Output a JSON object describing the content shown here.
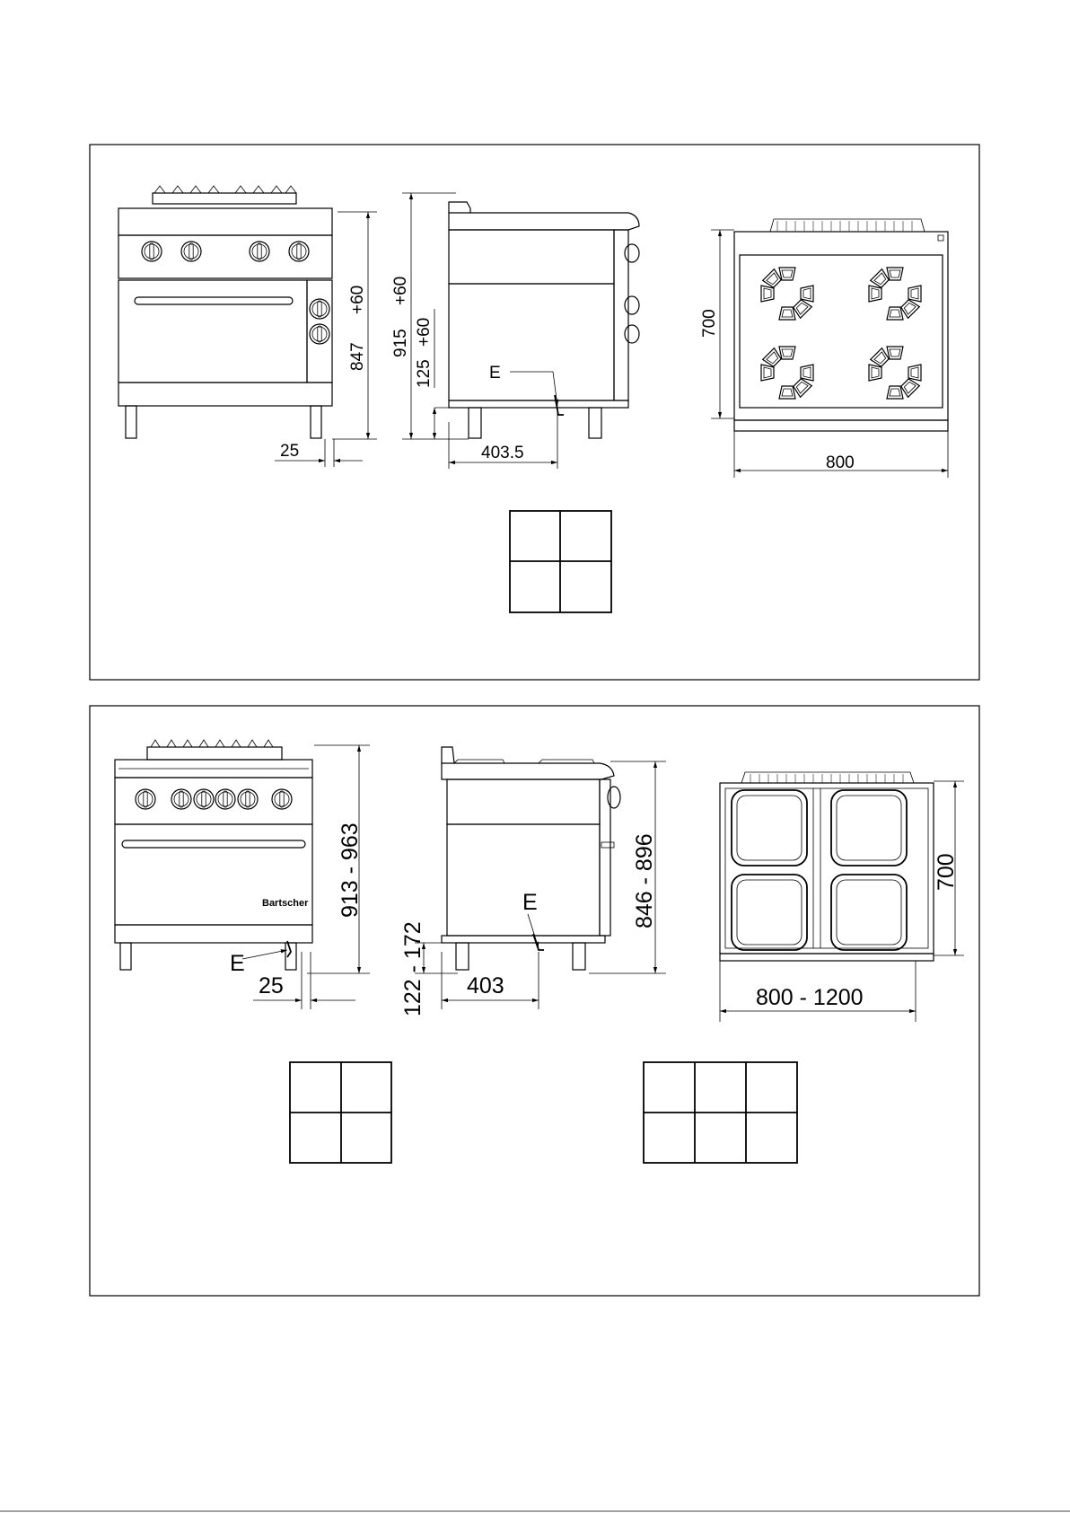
{
  "panel_top": {
    "front_view": {
      "dim_width_offset": "25",
      "dim_height": "847",
      "dim_height_adjust": "+60"
    },
    "side_view": {
      "dim_total_height": "915",
      "dim_total_adjust": "+60",
      "dim_leg_height": "125",
      "dim_leg_adjust": "+60",
      "connection_label": "E",
      "dim_connection_offset": "403.5"
    },
    "top_view": {
      "dim_depth": "700",
      "dim_width": "800"
    },
    "layout_grid": {
      "rows": 2,
      "cols": 2
    }
  },
  "panel_bottom": {
    "front_view": {
      "dim_height_range": "913  - 963",
      "connection_label": "E",
      "dim_width_offset": "25",
      "brand_mark": "Bartscher"
    },
    "side_view": {
      "dim_height_range": "846  - 896",
      "dim_leg_range": "122  - 172",
      "connection_label": "E",
      "dim_connection_offset": "403"
    },
    "top_view": {
      "dim_depth": "700",
      "dim_width_range": "800  - 1200"
    },
    "layout_grids": [
      {
        "rows": 2,
        "cols": 2
      },
      {
        "rows": 2,
        "cols": 3
      }
    ]
  },
  "icons": [
    "gas-burner-icon",
    "hotplate-icon",
    "control-knob-icon",
    "oven-handle-icon"
  ]
}
